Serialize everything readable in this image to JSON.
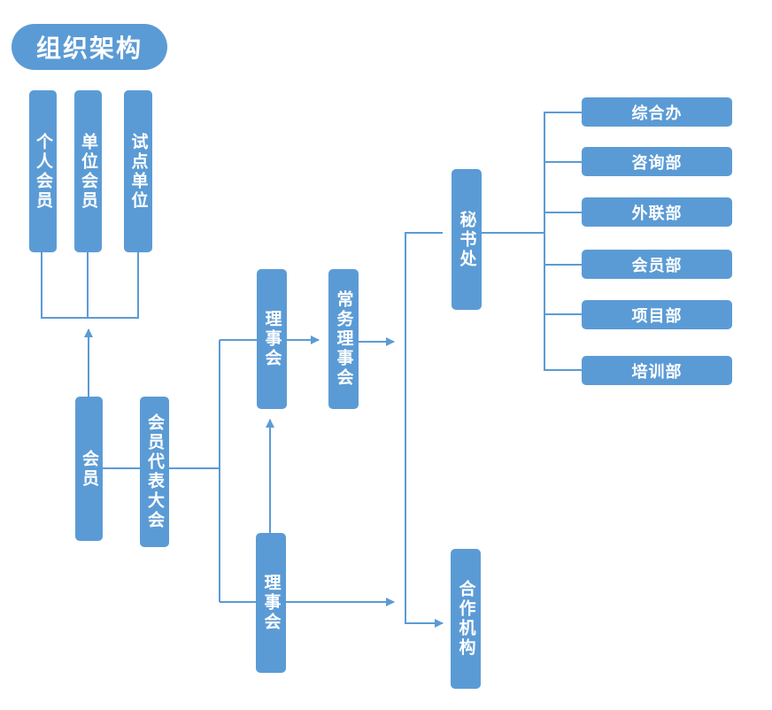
{
  "title": "组织架构",
  "member_types": [
    "个人会员",
    "单位会员",
    "试点单位"
  ],
  "nodes": {
    "member": "会员",
    "congress": "会员代表大会",
    "council_top": "理事会",
    "standing_council": "常务理事会",
    "council_bottom": "理事会",
    "secretariat": "秘书处",
    "cooperation": "合作机构"
  },
  "departments": [
    "综合办",
    "咨询部",
    "外联部",
    "会员部",
    "项目部",
    "培训部"
  ],
  "colors": {
    "box": "#5b9bd5",
    "line": "#5b9bd5",
    "text": "#ffffff"
  }
}
